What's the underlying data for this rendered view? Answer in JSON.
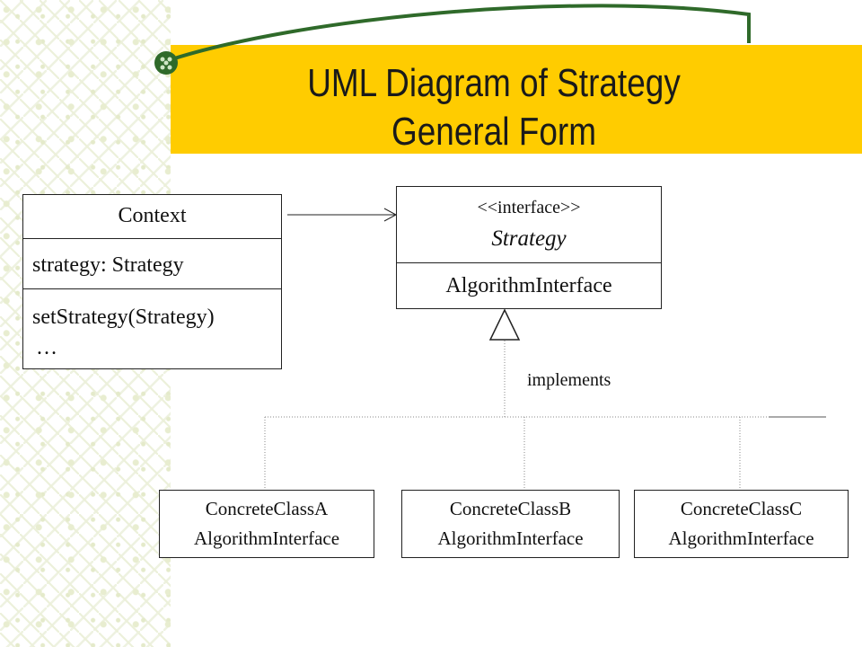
{
  "title": {
    "line1": "UML Diagram of Strategy",
    "line2": "General  Form"
  },
  "context": {
    "name": "Context",
    "attribute": "strategy: Strategy",
    "method": "setStrategy(Strategy)",
    "ellipsis": "…"
  },
  "strategy": {
    "stereotype": "<<interface>>",
    "name": "Strategy",
    "method": "AlgorithmInterface"
  },
  "implements_label": "implements",
  "concrete_classes": [
    {
      "name": "ConcreteClassA",
      "method": "AlgorithmInterface"
    },
    {
      "name": "ConcreteClassB",
      "method": "AlgorithmInterface"
    },
    {
      "name": "ConcreteClassC",
      "method": "AlgorithmInterface"
    }
  ],
  "colors": {
    "title_band": "#ffcc00",
    "title_text": "#1a1a1a",
    "lines": "#222222",
    "background_pattern": "#e6eccb"
  }
}
